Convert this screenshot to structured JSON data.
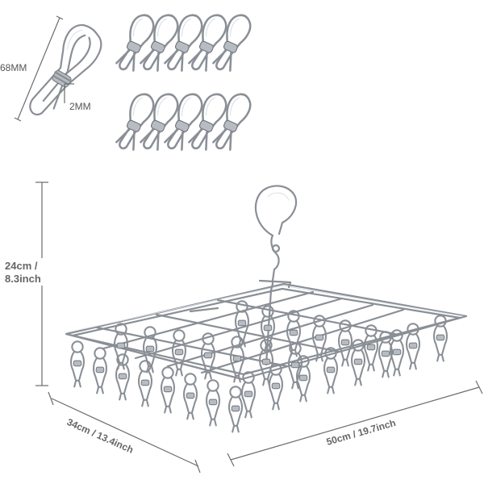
{
  "clip_dimensions": {
    "length_label": "68MM",
    "wire_label": "2MM"
  },
  "rack_dimensions": {
    "height_label_line1": "24cm /",
    "height_label_line2": "8.3inch",
    "depth_label": "34cm / 13.4inch",
    "width_label": "50cm / 19.7inch"
  },
  "clip_set": {
    "rows": 2,
    "per_row": 5
  },
  "rack": {
    "clip_count": 30
  },
  "colors": {
    "metal": "#8a8f96",
    "highlight": "#d9dde2",
    "dimension_line": "#6c6c6c",
    "label_text": "#555555",
    "background": "#ffffff"
  },
  "icons": [
    "single-clip-icon",
    "clip-group-icon",
    "hanging-hook-icon",
    "rack-frame-icon"
  ]
}
